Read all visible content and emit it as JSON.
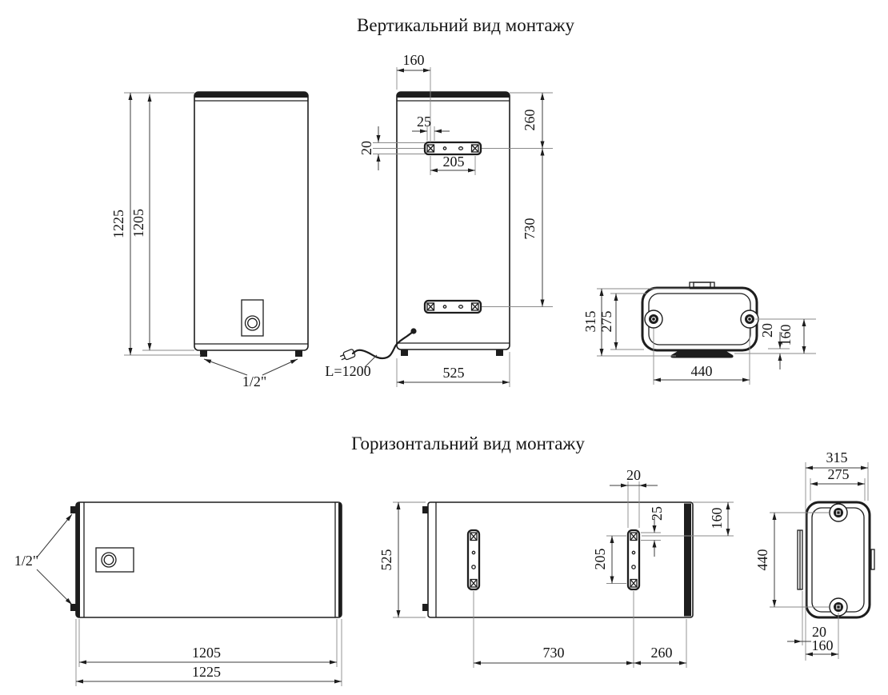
{
  "titles": {
    "vertical": "Вертикальний вид монтажу",
    "horizontal": "Горизонтальний вид монтажу"
  },
  "colors": {
    "line": "#1d1d1d",
    "background": "#ffffff"
  },
  "vertical_view": {
    "front": {
      "outer_height": "1225",
      "body_height": "1205",
      "pipe_thread": "1/2\""
    },
    "rear": {
      "edge_to_bracket": "160",
      "slot_width": "25",
      "bracket_height": "20",
      "top_to_bracket": "260",
      "hole_spacing": "205",
      "bracket_spacing": "730",
      "cord_length": "L=1200",
      "body_width": "525"
    },
    "top": {
      "depth_outer": "315",
      "depth_inner": "275",
      "offset_20": "20",
      "offset_160": "160",
      "bolt_spacing": "440"
    }
  },
  "horizontal_view": {
    "side": {
      "pipe_thread": "1/2\"",
      "body_length": "1205",
      "outer_length": "1225"
    },
    "rear": {
      "body_width": "525",
      "bracket_width": "20",
      "slot_width": "25",
      "edge_to_bracket": "160",
      "hole_spacing": "205",
      "bracket_spacing": "730",
      "bracket_to_edge": "260"
    },
    "end": {
      "depth_outer": "315",
      "depth_inner": "275",
      "bolt_spacing": "440",
      "offset_20": "20",
      "offset_160": "160"
    }
  }
}
